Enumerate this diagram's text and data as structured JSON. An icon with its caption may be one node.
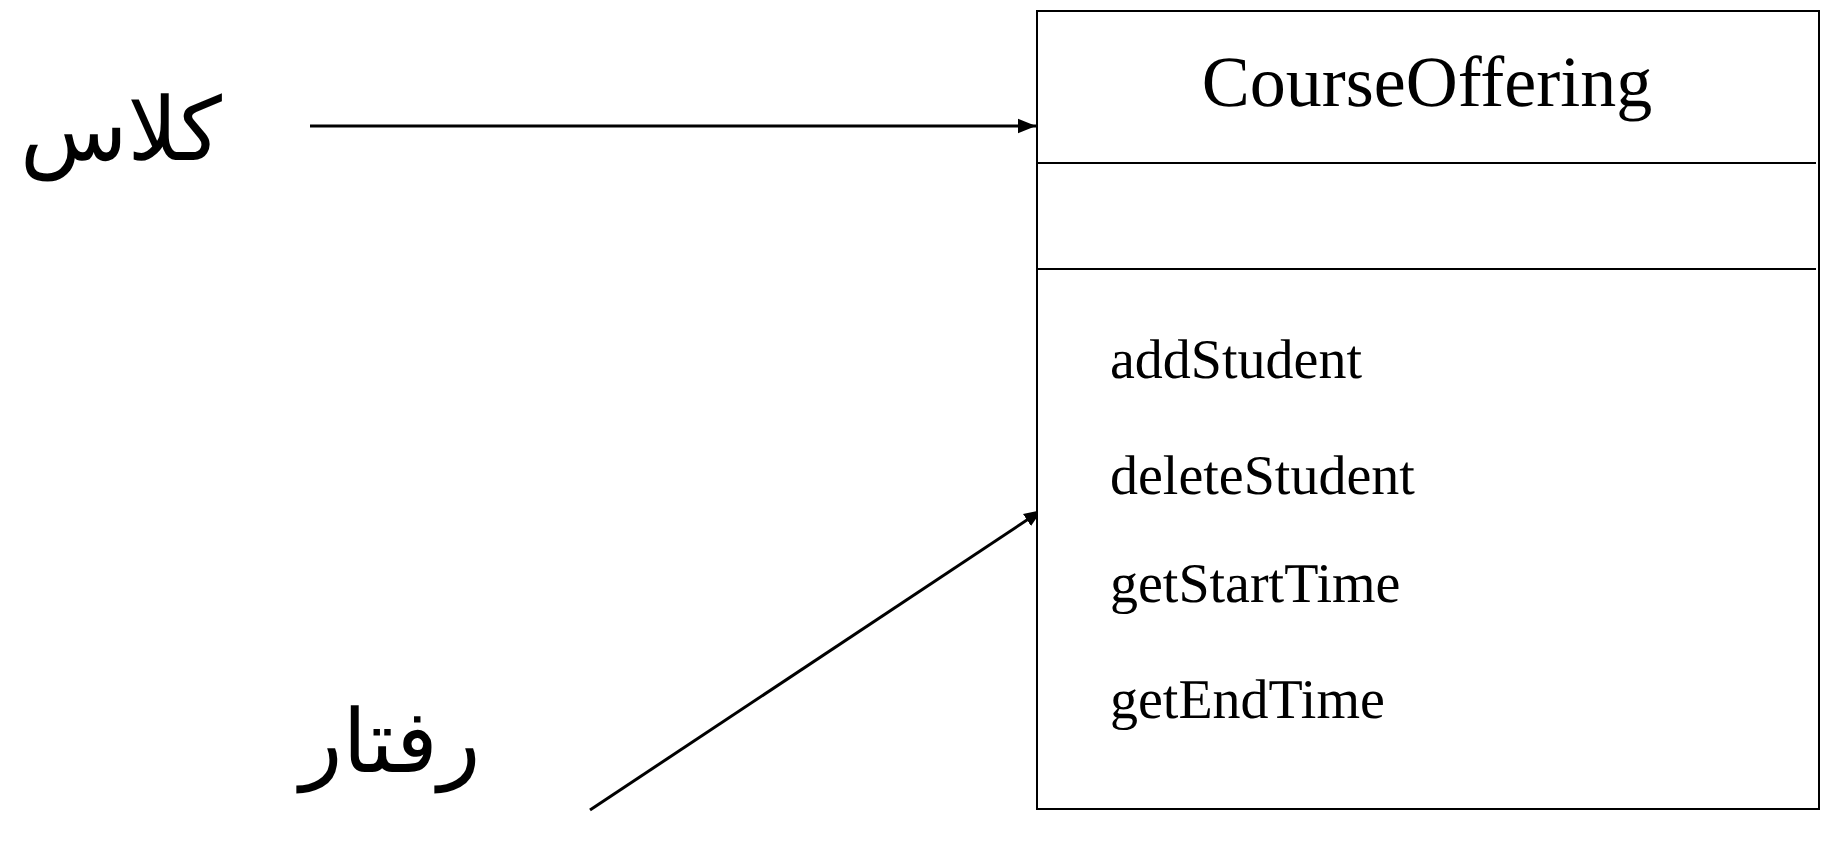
{
  "diagram": {
    "nodes": [
      {
        "text": [
          "کلاس"
        ]
      },
      {
        "text": [],
        "shape": "box"
      },
      {
        "text": [
          "CourseOffering"
        ],
        "in": 1
      },
      {
        "text": [],
        "shape": "box",
        "in": 1
      },
      {
        "text": [
          "addStudent",
          "deleteStudent",
          "getStartTime",
          "getEndTime"
        ],
        "in": 1
      },
      {
        "text": [
          "رفتار"
        ]
      }
    ],
    "edges": [
      {
        "from": 0,
        "to": 1,
        "arrow": "to"
      },
      {
        "from": 5,
        "to": 4,
        "arrow": "to"
      }
    ]
  }
}
